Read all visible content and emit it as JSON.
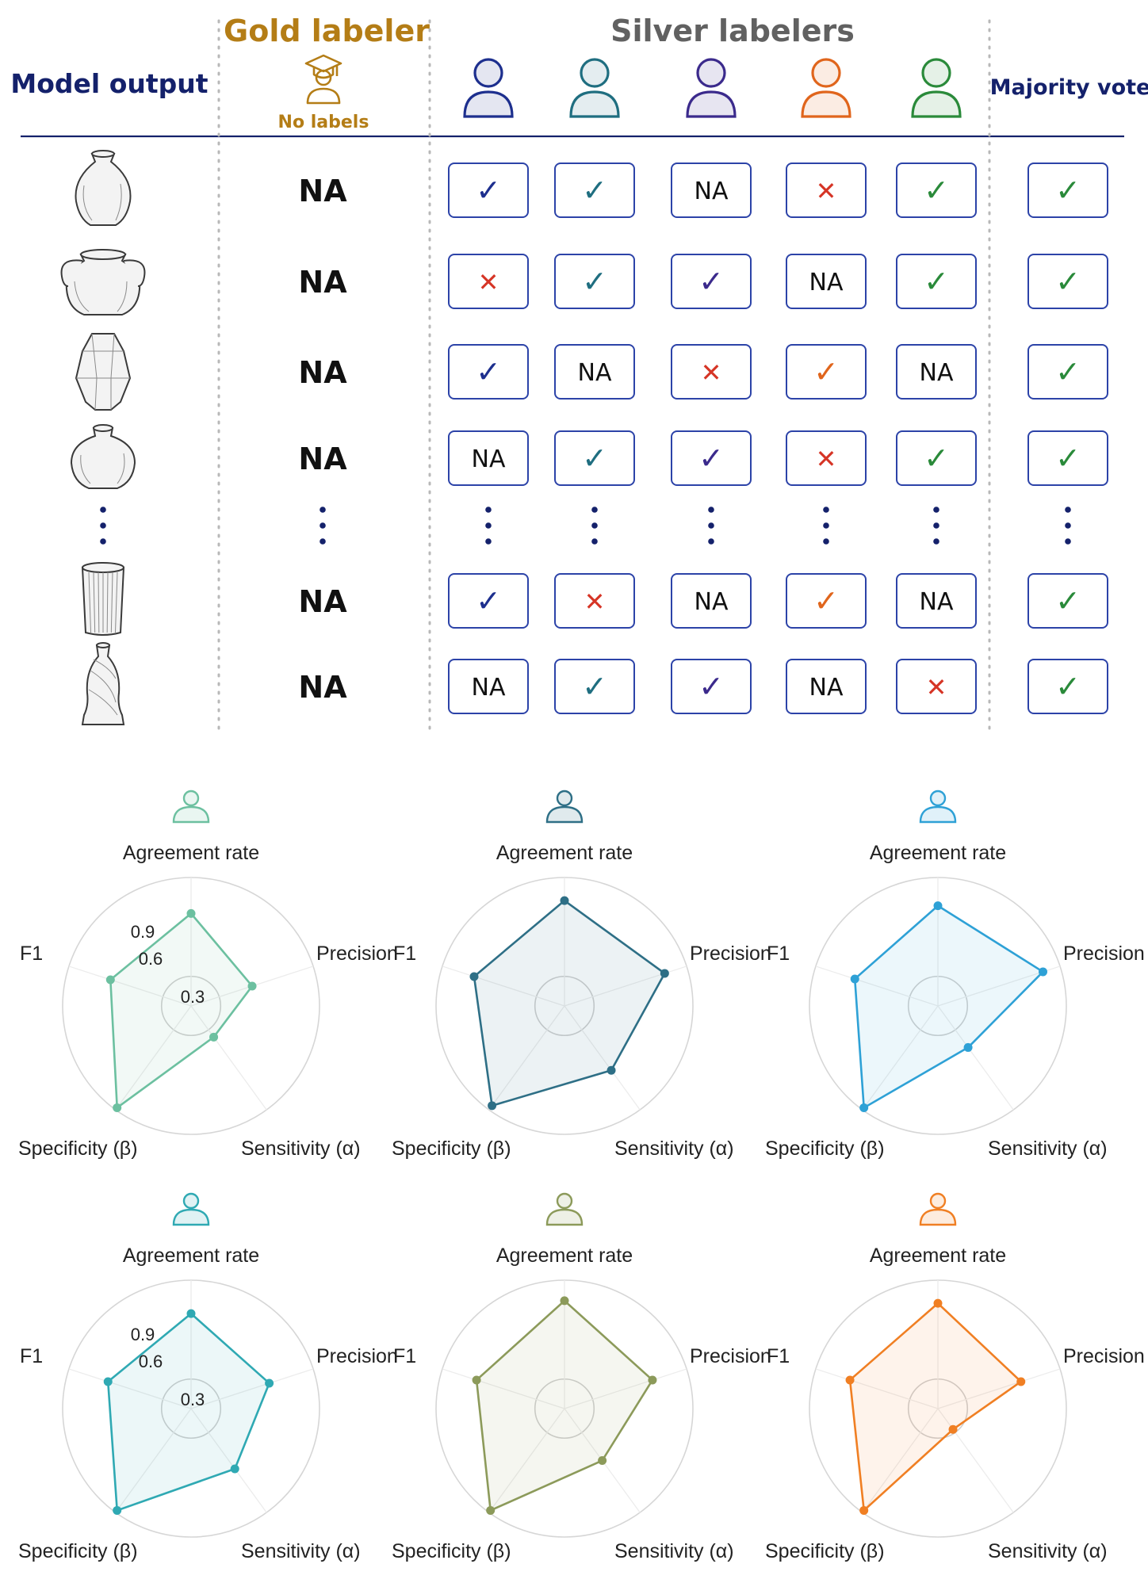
{
  "header": {
    "model_output": "Model output",
    "gold_labeler": "Gold labeler",
    "gold_sub": "No labels",
    "silver_labelers": "Silver labelers",
    "majority_vote": "Majority vote"
  },
  "colors": {
    "navy": "#14216b",
    "gold": "#b47d16",
    "silver": "#616161",
    "labelers": [
      "#1d2f8e",
      "#1f6e80",
      "#3b2a8c",
      "#e0651c",
      "#2a8a3a"
    ],
    "cross": "#d63526",
    "cell_border": "#2c43a8",
    "majority_check": "#2a8a3a"
  },
  "table": {
    "vases": [
      "vase-icon",
      "amphora-icon",
      "hexagonal-vase-icon",
      "round-pot-icon",
      "ellipsis",
      "cylinder-vase-icon",
      "twisted-vase-icon"
    ],
    "gold": [
      "NA",
      "NA",
      "NA",
      "NA",
      "",
      "NA",
      "NA"
    ],
    "rows": [
      [
        "check",
        "check",
        "NA",
        "cross",
        "check"
      ],
      [
        "cross",
        "check",
        "check",
        "NA",
        "check"
      ],
      [
        "check",
        "NA",
        "cross",
        "check",
        "NA"
      ],
      [
        "NA",
        "check",
        "check",
        "cross",
        "check"
      ],
      [
        "dots",
        "dots",
        "dots",
        "dots",
        "dots"
      ],
      [
        "check",
        "cross",
        "NA",
        "check",
        "NA"
      ],
      [
        "NA",
        "check",
        "check",
        "NA",
        "cross"
      ]
    ],
    "majority": [
      "check",
      "check",
      "check",
      "check",
      "dots",
      "check",
      "check"
    ],
    "na_text": "NA",
    "check_glyph": "✓",
    "cross_glyph": "✕",
    "dots_glyph": "⋮"
  },
  "chart_data": [
    {
      "type": "radar",
      "axes": [
        "Agreement rate",
        "Precision",
        "Sensitivity (α)",
        "Specificity (β)",
        "F1"
      ],
      "ticks": [
        "0.3",
        "0.6",
        "0.9"
      ],
      "rlim": [
        0,
        1
      ],
      "color": "#6cc0a0",
      "values": [
        0.72,
        0.5,
        0.3,
        0.98,
        0.66
      ]
    },
    {
      "type": "radar",
      "axes": [
        "Agreement rate",
        "Precision",
        "Sensitivity (α)",
        "Specificity (β)",
        "F1"
      ],
      "rlim": [
        0,
        1
      ],
      "color": "#2e6f86",
      "values": [
        0.82,
        0.82,
        0.62,
        0.96,
        0.74
      ]
    },
    {
      "type": "radar",
      "axes": [
        "Agreement rate",
        "Precision",
        "Sensitivity (α)",
        "Specificity (β)",
        "F1"
      ],
      "rlim": [
        0,
        1
      ],
      "color": "#2ea1d6",
      "values": [
        0.78,
        0.86,
        0.4,
        0.98,
        0.68
      ]
    },
    {
      "type": "radar",
      "axes": [
        "Agreement rate",
        "Precision",
        "Sensitivity (α)",
        "Specificity (β)",
        "F1"
      ],
      "ticks": [
        "0.3",
        "0.6",
        "0.9"
      ],
      "rlim": [
        0,
        1
      ],
      "color": "#2fa9b3",
      "values": [
        0.74,
        0.64,
        0.58,
        0.98,
        0.68
      ]
    },
    {
      "type": "radar",
      "axes": [
        "Agreement rate",
        "Precision",
        "Sensitivity (α)",
        "Specificity (β)",
        "F1"
      ],
      "rlim": [
        0,
        1
      ],
      "color": "#8c9a5a",
      "values": [
        0.84,
        0.72,
        0.5,
        0.98,
        0.72
      ]
    },
    {
      "type": "radar",
      "axes": [
        "Agreement rate",
        "Precision",
        "Sensitivity (α)",
        "Specificity (β)",
        "F1"
      ],
      "rlim": [
        0,
        1
      ],
      "color": "#f07f23",
      "values": [
        0.82,
        0.68,
        0.2,
        0.98,
        0.72
      ]
    }
  ]
}
